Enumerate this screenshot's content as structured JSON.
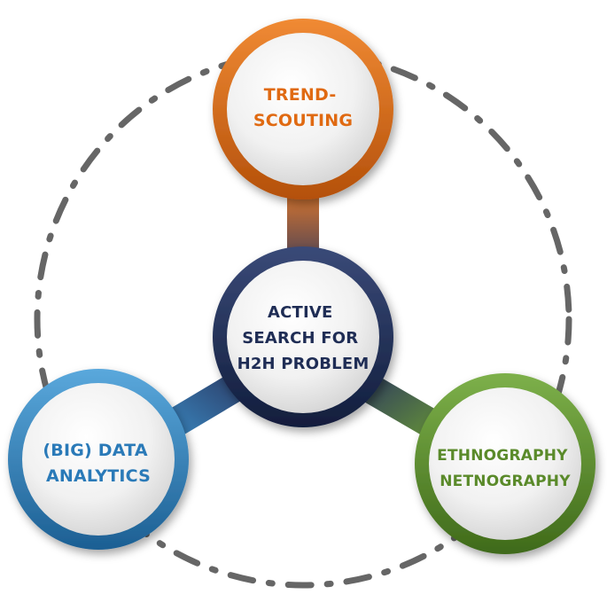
{
  "diagram": {
    "center": {
      "line1": "ACTIVE",
      "line2": "SEARCH FOR",
      "line3": "H2H PROBLEM",
      "color": "#1f2d55"
    },
    "top": {
      "line1": "TREND-",
      "line2": "SCOUTING",
      "color": "#e06a12"
    },
    "left": {
      "line1": "(BIG) DATA",
      "line2": "ANALYTICS",
      "color": "#2a7ab8"
    },
    "right": {
      "line1": "ETHNOGRAPHY",
      "line2": "NETNOGRAPHY",
      "color": "#5a8a2a"
    },
    "dash_color": "#666666"
  }
}
